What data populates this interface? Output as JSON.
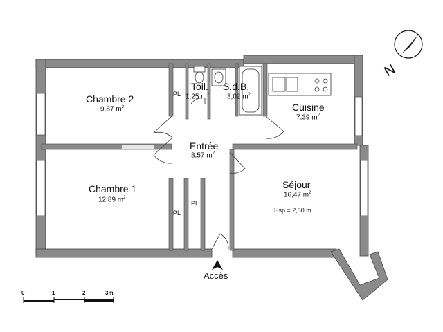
{
  "rooms": {
    "chambre2": {
      "name": "Chambre 2",
      "area": "9,87 m",
      "unit_exp": "2"
    },
    "toilettes": {
      "name": "Toil.",
      "area": "1,25 m",
      "unit_exp": "2"
    },
    "sdb": {
      "name": "S.d.B.",
      "area": "3,02 m",
      "unit_exp": "2"
    },
    "cuisine": {
      "name": "Cuisine",
      "area": "7,39 m",
      "unit_exp": "2"
    },
    "entree": {
      "name": "Entrée",
      "area": "8,57 m",
      "unit_exp": "2"
    },
    "chambre1": {
      "name": "Chambre 1",
      "area": "12,89 m",
      "unit_exp": "2"
    },
    "sejour": {
      "name": "Séjour",
      "area": "16,47 m",
      "unit_exp": "2"
    }
  },
  "closets": {
    "pl": "PL"
  },
  "ceiling_height": "Hsp = 2,50 m",
  "access": "Accès",
  "north": "N",
  "scale": {
    "labels": [
      "0",
      "1",
      "2",
      "3m"
    ]
  },
  "colors": {
    "wall": "#888888",
    "wall_outline": "#444444",
    "line": "#222222"
  }
}
